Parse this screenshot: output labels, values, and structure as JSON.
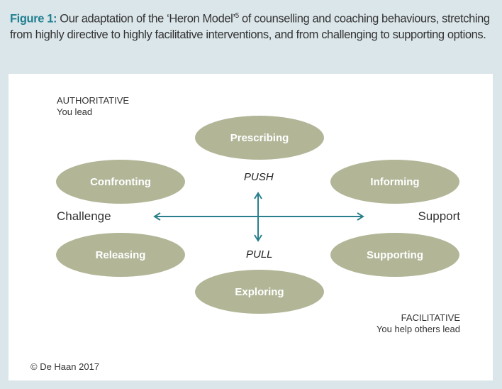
{
  "caption": {
    "prefix": "Figure 1:",
    "text": " Our adaptation of the ‘Heron Model’",
    "superscript": "5",
    "text2": " of counselling and coaching behaviours, stretching from highly directive to highly facilitative interventions, and from challenging to supporting options."
  },
  "diagram": {
    "authoritative": {
      "title": "AUTHORITATIVE",
      "sub": "You lead"
    },
    "facilitative": {
      "title": "FACILITATIVE",
      "sub": "You help others lead"
    },
    "left_axis": "Challenge",
    "right_axis": "Support",
    "up_axis": "PUSH",
    "down_axis": "PULL",
    "nodes": [
      "Prescribing",
      "Confronting",
      "Informing",
      "Releasing",
      "Supporting",
      "Exploring"
    ],
    "copyright": "© De Haan 2017",
    "colors": {
      "ellipse": "#b2b697",
      "arrow": "#2a7f8c",
      "title": "#1f7f90"
    }
  }
}
